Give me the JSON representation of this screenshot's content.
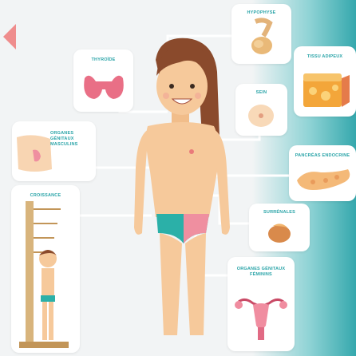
{
  "labels": {
    "hypophyse": "HYPOPHYSE",
    "thyroide": "THYROÏDE",
    "tissu_adipeux": "TISSU ADIPEUX",
    "sein": "SEIN",
    "organes_masculins": "ORGANES GÉNITAUX MASCULINS",
    "pancreas": "PANCRÉAS ENDOCRINE",
    "croissance": "CROISSANCE",
    "surrenales": "SURRÉNALES",
    "organes_feminins": "ORGANES GÉNITAUX FÉMININS"
  },
  "colors": {
    "accent": "#2aa4a8",
    "skin": "#f6c99b",
    "hair": "#8a4a2c",
    "back_arrow": "#ef8d8d"
  },
  "icons": {
    "back": "chevron-left-icon"
  }
}
